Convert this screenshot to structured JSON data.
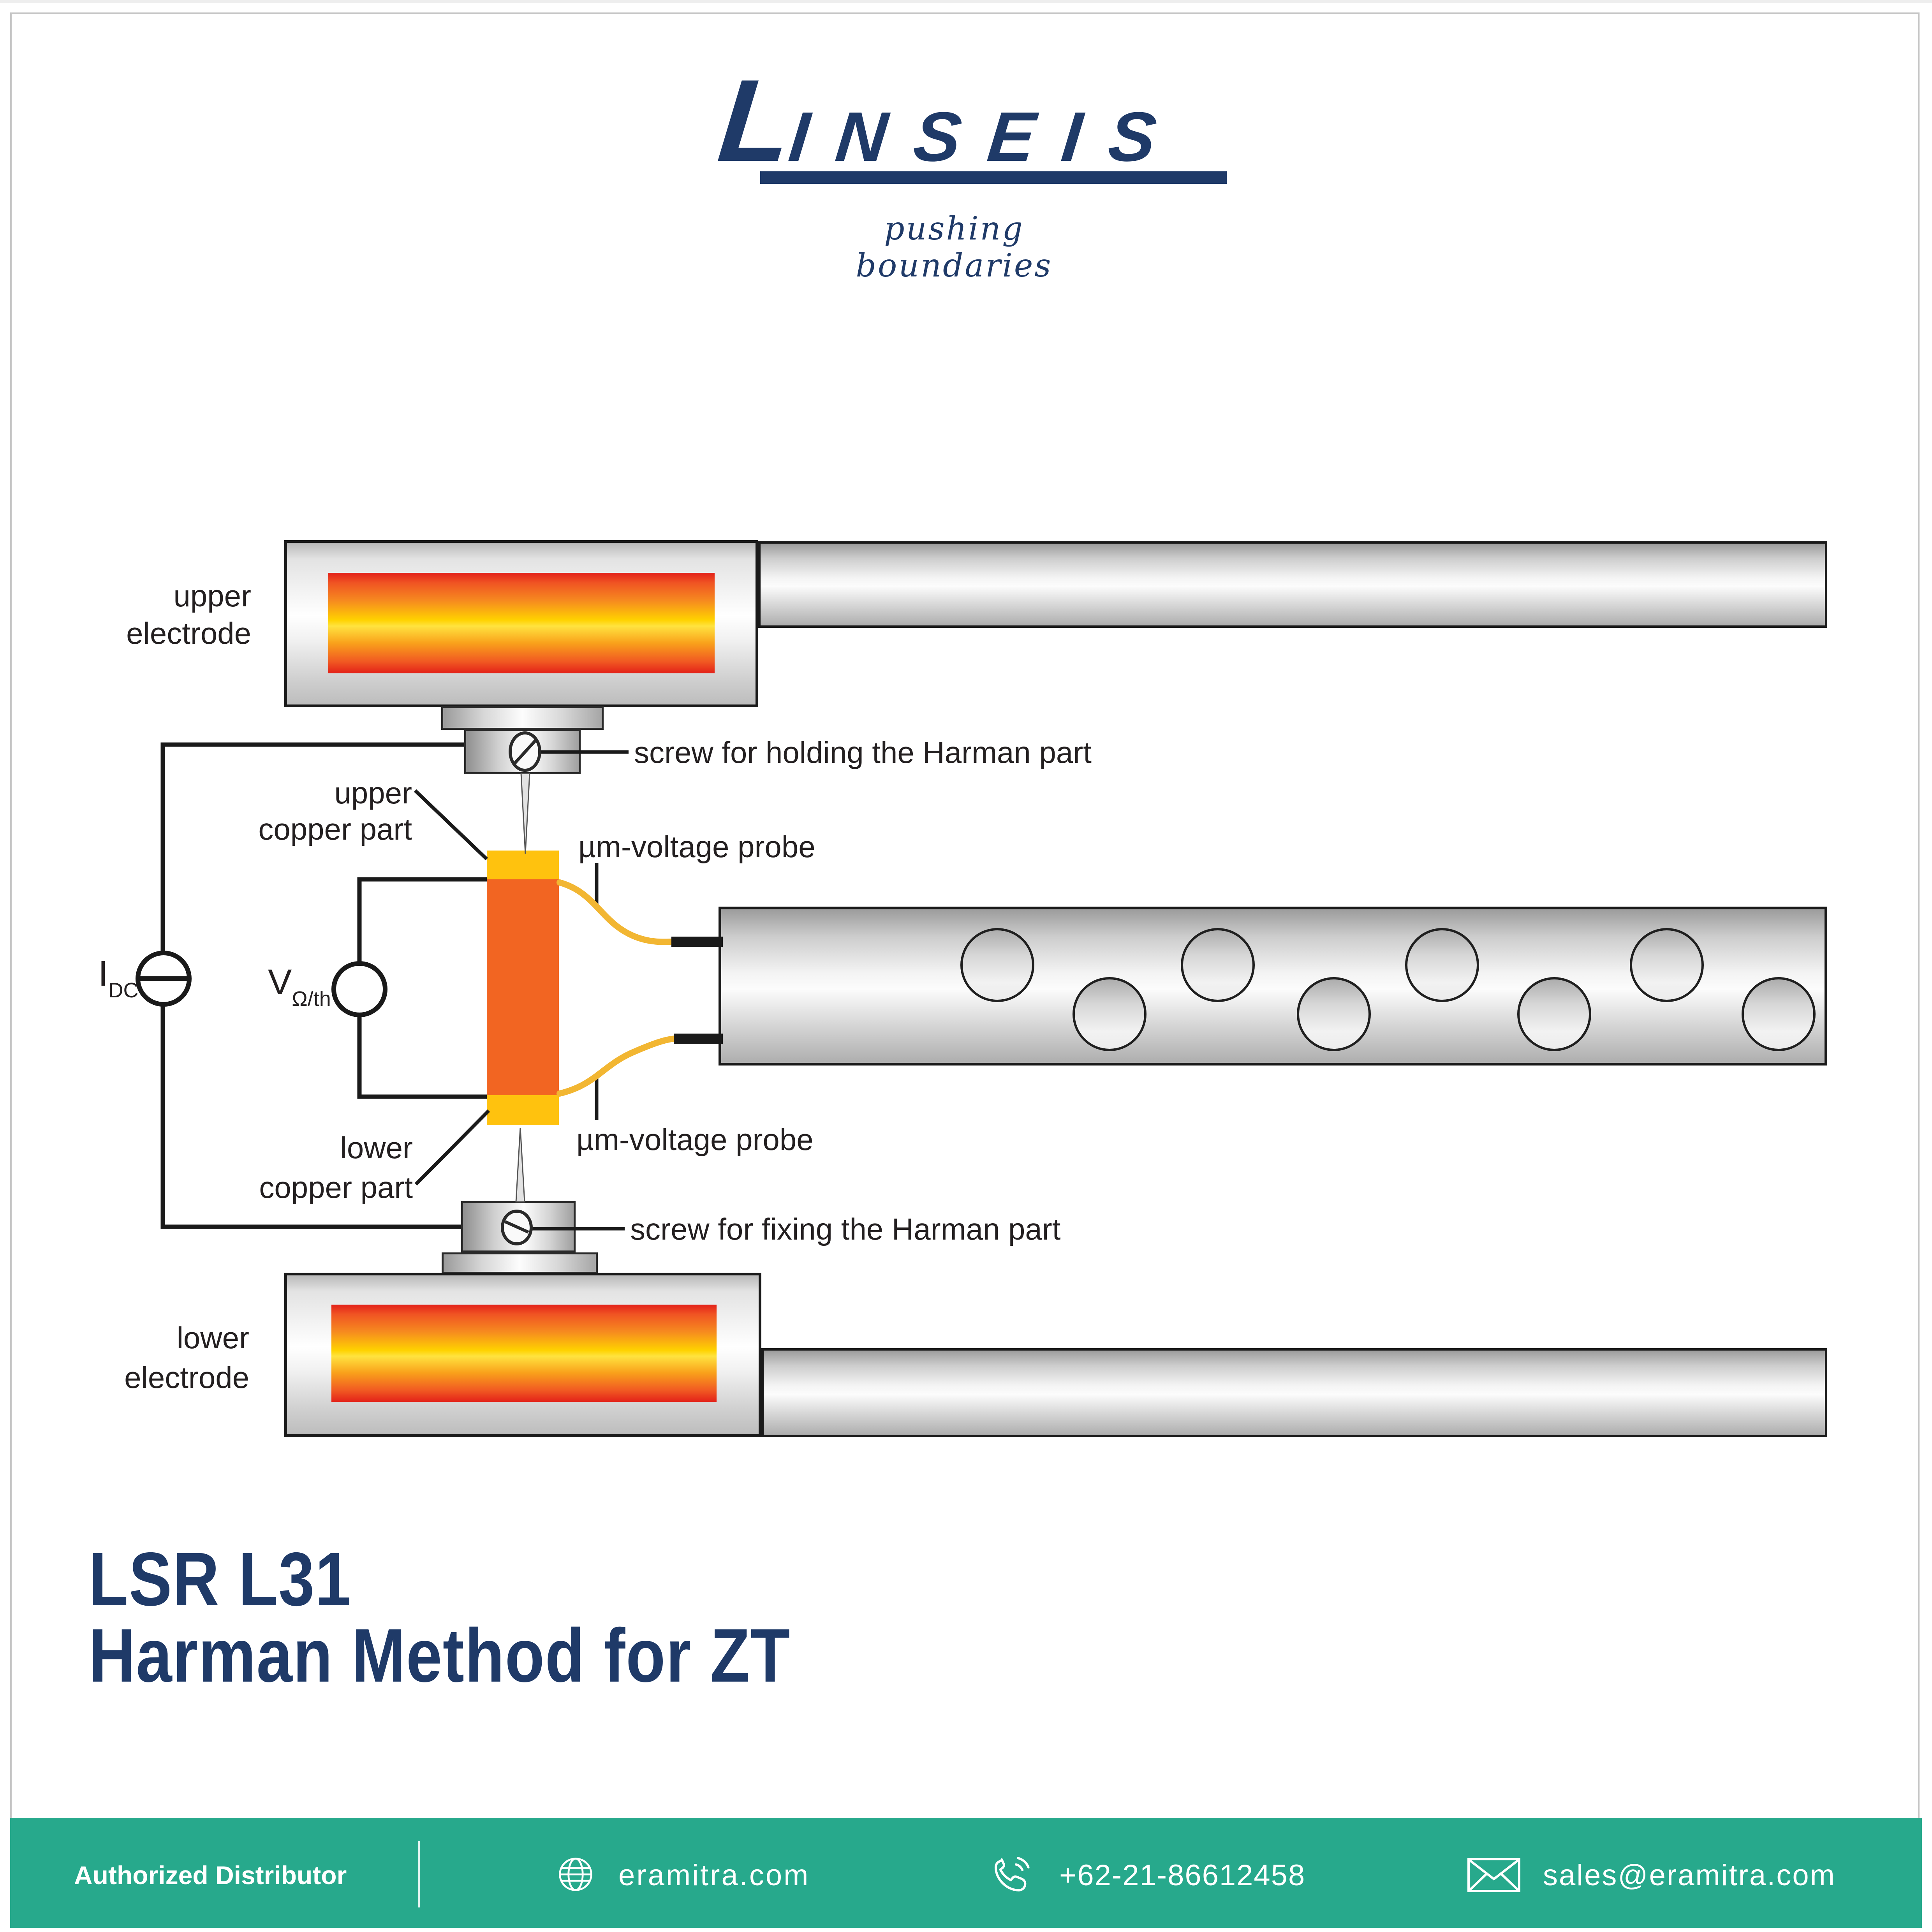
{
  "logo": {
    "brand_l": "L",
    "brand_rest": "INSEIS",
    "tagline": "pushing  boundaries"
  },
  "diagram": {
    "labels": {
      "upper_electrode_line1": "upper",
      "upper_electrode_line2": "electrode",
      "lower_electrode_line1": "lower",
      "lower_electrode_line2": "electrode",
      "upper_copper_line1": "upper",
      "upper_copper_line2": "copper part",
      "lower_copper_line1": "lower",
      "lower_copper_line2": "copper part",
      "voltage_probe_upper": "µm-voltage probe",
      "voltage_probe_lower": "µm-voltage probe",
      "screw_holding": "screw for holding the Harman part",
      "screw_fixing": "screw for fixing the Harman part",
      "current_source_main": "I",
      "current_source_sub": "DC",
      "voltmeter_main": "V",
      "voltmeter_sub": "Ω/th"
    }
  },
  "title": {
    "line1": "LSR L31",
    "line2": "Harman Method for ZT"
  },
  "footer": {
    "distributor": "Authorized Distributor",
    "website": "eramitra.com",
    "phone": "+62-21-86612458",
    "email": "sales@eramitra.com"
  },
  "colors": {
    "brand_navy": "#1f3a68",
    "footer_teal": "#27a98c",
    "sample_orange": "#f26522",
    "copper_yellow": "#ffc20e",
    "probe_wire_yellow": "#f2b632",
    "heat_red": "#e32119",
    "heat_yellow": "#ffd200"
  }
}
